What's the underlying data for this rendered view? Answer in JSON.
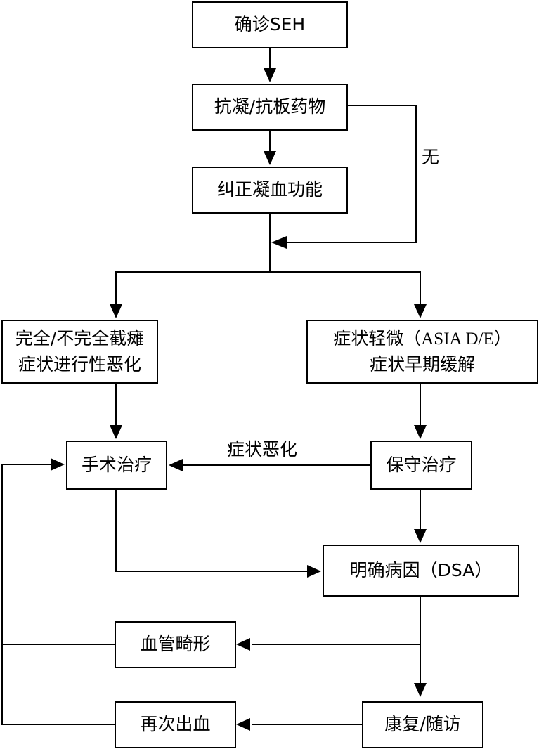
{
  "diagram": {
    "type": "flowchart",
    "nodes": {
      "confirm_seh": {
        "label": "确诊SEH"
      },
      "anticoag": {
        "label": "抗凝/抗板药物"
      },
      "correct_coag": {
        "label": "纠正凝血功能"
      },
      "paralysis": {
        "line1": "完全/不完全截瘫",
        "line2": "症状进行性恶化"
      },
      "mild": {
        "line1_cn": "症状轻微（",
        "line1_en": "ASIA D/E",
        "line1_end": "）",
        "line2": "症状早期缓解"
      },
      "surgery": {
        "label": "手术治疗"
      },
      "conservative": {
        "label": "保守治疗"
      },
      "etiology": {
        "label": "明确病因（DSA）"
      },
      "vascular_malformation": {
        "label": "血管畸形"
      },
      "rehab": {
        "label": "康复/随访"
      },
      "rebleed": {
        "label": "再次出血"
      }
    },
    "edge_labels": {
      "none": "无",
      "worsening": "症状恶化"
    },
    "edges": [
      {
        "from": "confirm_seh",
        "to": "anticoag"
      },
      {
        "from": "anticoag",
        "to": "correct_coag"
      },
      {
        "from": "anticoag",
        "to": "merge",
        "label": "无"
      },
      {
        "from": "correct_coag",
        "to": "merge"
      },
      {
        "from": "merge",
        "to": "paralysis"
      },
      {
        "from": "merge",
        "to": "mild"
      },
      {
        "from": "paralysis",
        "to": "surgery"
      },
      {
        "from": "mild",
        "to": "conservative"
      },
      {
        "from": "conservative",
        "to": "surgery",
        "label": "症状恶化"
      },
      {
        "from": "conservative",
        "to": "etiology"
      },
      {
        "from": "surgery",
        "to": "etiology"
      },
      {
        "from": "etiology",
        "to": "vascular_malformation"
      },
      {
        "from": "etiology",
        "to": "rehab"
      },
      {
        "from": "rehab",
        "to": "rebleed"
      },
      {
        "from": "vascular_malformation",
        "to": "surgery"
      },
      {
        "from": "rebleed",
        "to": "surgery"
      }
    ]
  }
}
